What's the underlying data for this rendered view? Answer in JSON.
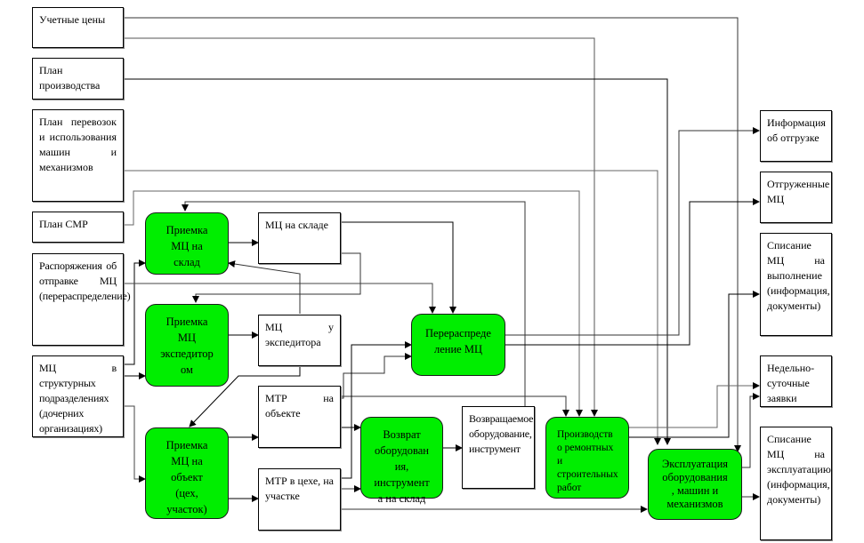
{
  "diagram": {
    "type": "flowchart",
    "colors": {
      "process_fill": "#00ee00",
      "box_fill": "#ffffff",
      "line": "#000000"
    },
    "inputs": [
      {
        "id": "prices",
        "label": "Учетные цены"
      },
      {
        "id": "prod_plan",
        "label": "План производства"
      },
      {
        "id": "transport_plan",
        "label": "План перевозок и использования машин и механизмов"
      },
      {
        "id": "smr_plan",
        "label": "План СМР"
      },
      {
        "id": "dispatch_orders",
        "label": "Распоряжения об отправке МЦ (перераспределение)"
      },
      {
        "id": "mc_divisions",
        "label": "МЦ в структурных подразделениях (дочерних организациях)"
      }
    ],
    "processes": [
      {
        "id": "accept_warehouse",
        "lines": [
          "Приемка",
          "МЦ на",
          "склад"
        ]
      },
      {
        "id": "accept_forwarder",
        "lines": [
          "Приемка",
          "МЦ",
          "экспедитор",
          "ом"
        ]
      },
      {
        "id": "accept_site",
        "lines": [
          "Приемка",
          "МЦ на",
          "объект",
          "(цех,",
          "участок)"
        ]
      },
      {
        "id": "redistribution",
        "lines": [
          "Перераспреде",
          "ление МЦ"
        ]
      },
      {
        "id": "return_equipment",
        "lines": [
          "Возврат",
          "оборудован",
          "ия,",
          "инструмент",
          "а на склад"
        ]
      },
      {
        "id": "production_works",
        "lines": [
          "Производств",
          "о ремонтных",
          "и",
          "строительных",
          "работ"
        ]
      },
      {
        "id": "operation",
        "lines": [
          "Эксплуатация",
          "оборудования",
          ", машин и",
          "механизмов"
        ]
      }
    ],
    "states": [
      {
        "id": "mc_warehouse",
        "label": "МЦ на складе"
      },
      {
        "id": "mc_forwarder",
        "label": "МЦ у экспедитора"
      },
      {
        "id": "mtr_site",
        "label": "МТР на объекте"
      },
      {
        "id": "mtr_shop",
        "label": "МТР в цехе, на участке"
      },
      {
        "id": "returned_equipment",
        "label": "Возвращаемое оборудование, инструмент"
      }
    ],
    "outputs": [
      {
        "id": "shipment_info",
        "label": "Информация об отгрузке"
      },
      {
        "id": "shipped_mc",
        "label": "Отгруженные МЦ"
      },
      {
        "id": "writeoff_execution",
        "label": "Списание МЦ на выполнение (информация, документы)"
      },
      {
        "id": "weekly_requests",
        "label": "Недельно-суточные заявки"
      },
      {
        "id": "writeoff_operation",
        "label": "Списание МЦ на эксплуатацию (информация, документы)"
      }
    ]
  }
}
